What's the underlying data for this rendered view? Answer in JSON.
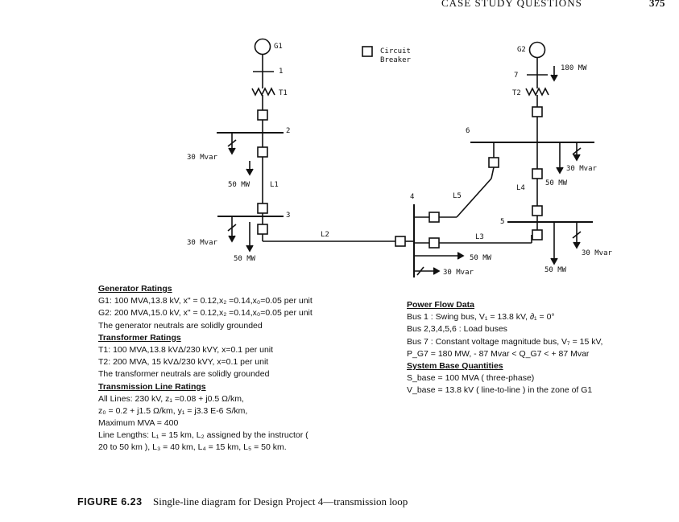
{
  "header": {
    "title": "CASE STUDY QUESTIONS",
    "page_number": "375"
  },
  "diagram": {
    "legend_label": "Circuit\nBreaker",
    "labels": {
      "g1": "G1",
      "g2": "G2",
      "g2_mw": "180 MW",
      "bus1": "1",
      "bus2": "2",
      "bus3": "3",
      "bus4": "4",
      "bus5": "5",
      "bus6": "6",
      "bus7": "7",
      "t1": "T1",
      "t2": "T2",
      "l1": "L1",
      "l2": "L2",
      "l3": "L3",
      "l4": "L4",
      "l5": "L5",
      "bus2_mvar": "30 Mvar",
      "bus2_mw": "50 MW",
      "bus3_mvar": "30 Mvar",
      "bus3_mw": "50 MW",
      "bus6_mvar": "30 Mvar",
      "bus6_mw": "50 MW",
      "bus5_mvar": "30 Mvar",
      "bus5_mw": "50 MW",
      "bus4_mw": "50 MW",
      "bus4_mvar": "30 Mvar"
    }
  },
  "left_block": [
    {
      "heading": true,
      "text": "Generator Ratings"
    },
    {
      "text": "G1: 100 MVA,13.8 kV, x\" = 0.12,x₂ =0.14,x₀=0.05 per unit"
    },
    {
      "text": "G2: 200 MVA,15.0 kV, x\" = 0.12,x₂ =0.14,x₀=0.05 per unit"
    },
    {
      "text": "The generator neutrals are solidly grounded"
    },
    {
      "heading": true,
      "text": "Transformer Ratings"
    },
    {
      "text": "T1: 100 MVA,13.8 kVΔ/230 kVY, x=0.1  per unit"
    },
    {
      "text": "T2: 200 MVA,  15 kVΔ/230 kVY, x=0.1  per unit"
    },
    {
      "text": "The transformer neutrals are solidly grounded"
    },
    {
      "heading": true,
      "text": "Transmission Line Ratings"
    },
    {
      "text": "All Lines: 230 kV, z₁ =0.08 + j0.5 Ω/km,"
    },
    {
      "text": "   z₀ = 0.2 + j1.5 Ω/km,  y₁ = j3.3 E-6  S/km,"
    },
    {
      "text": "   Maximum MVA = 400"
    },
    {
      "text": "Line Lengths: L₁ = 15 km, L₂ assigned by the instructor ("
    },
    {
      "text": "20  to 50 km ),  L₃ = 40 km, L₄ = 15 km, L₅ = 50 km."
    }
  ],
  "right_block": [
    {
      "heading": true,
      "text": "Power Flow Data"
    },
    {
      "text": "Bus 1 : Swing bus, V₁ = 13.8 kV, ∂₁ = 0°"
    },
    {
      "text": "Bus 2,3,4,5,6 : Load buses"
    },
    {
      "text": "Bus 7 : Constant voltage magnitude bus, V₇ = 15 kV,"
    },
    {
      "text": "P_G7 = 180 MW,  - 87 Mvar < Q_G7 < + 87 Mvar"
    },
    {
      "heading": true,
      "text": "System Base Quantities"
    },
    {
      "text": "S_base = 100 MVA ( three-phase)"
    },
    {
      "text": "V_base = 13.8 kV ( line-to-line ) in the zone of G1"
    }
  ],
  "caption": {
    "label": "FIGURE 6.23",
    "text": "Single-line diagram for Design Project 4—transmission loop"
  }
}
